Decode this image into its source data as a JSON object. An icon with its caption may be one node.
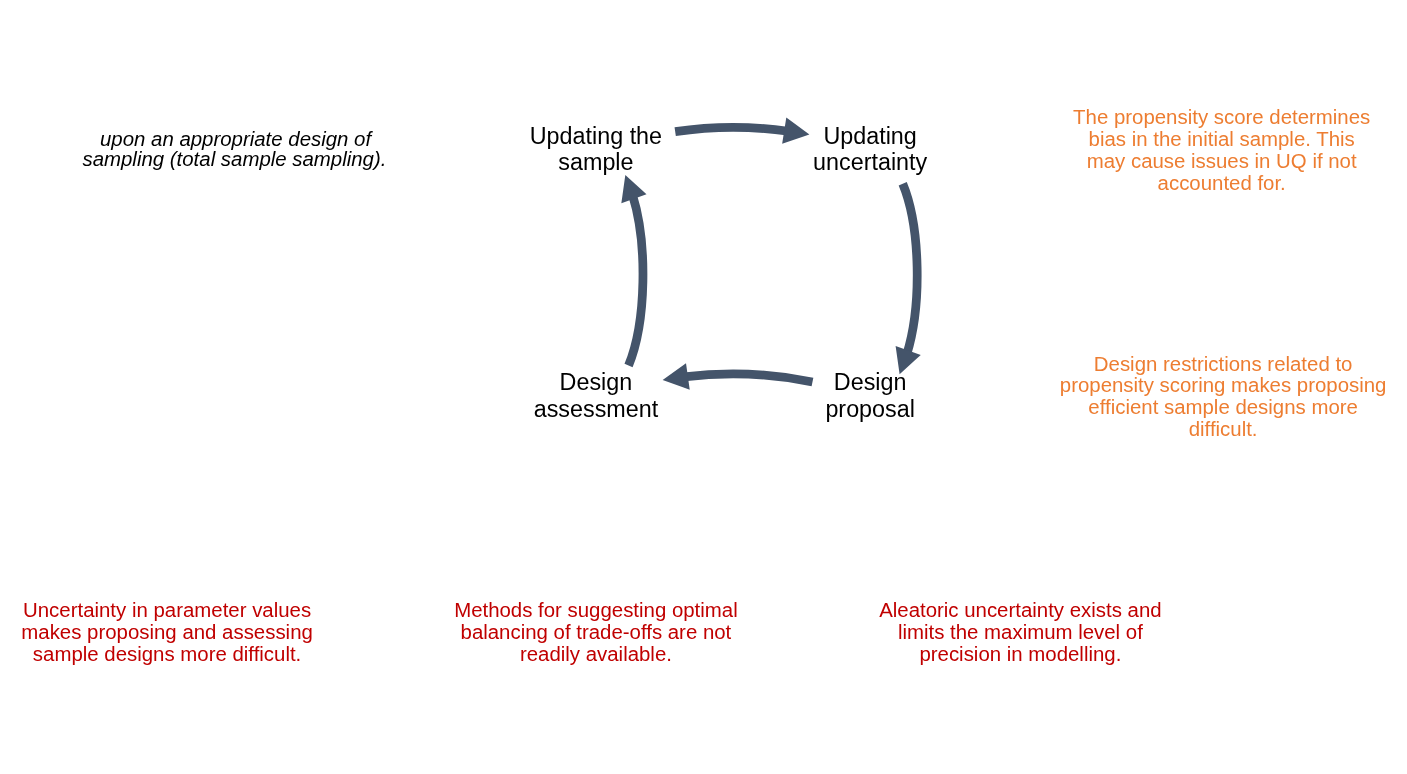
{
  "diagram": {
    "nodes": [
      {
        "text": [
          "Updating the sample"
        ]
      },
      {
        "text": [
          "Updating uncertainty"
        ]
      },
      {
        "text": [
          "Design proposal"
        ]
      },
      {
        "text": [
          "Design assessment"
        ]
      }
    ],
    "edges": [
      {
        "from": 0,
        "to": 1,
        "arrow": "to"
      },
      {
        "from": 1,
        "to": 2,
        "arrow": "to"
      },
      {
        "from": 2,
        "to": 3,
        "arrow": "to"
      },
      {
        "from": 3,
        "to": 0,
        "arrow": "to"
      }
    ],
    "labels": [
      "upon an appropriate design of sampling (total sample sampling).",
      "The propensity score determines bias in the initial sample. This may cause issues in UQ if not accounted for.",
      "Design restrictions related to propensity scoring makes proposing efficient sample designs more difficult.",
      "Uncertainty in parameter values makes proposing and assessing sample designs more difficult.",
      "Methods for suggesting optimal balancing of trade-offs are not readily available.",
      "Aleatoric uncertainty exists and limits the maximum level of precision in modelling."
    ]
  }
}
